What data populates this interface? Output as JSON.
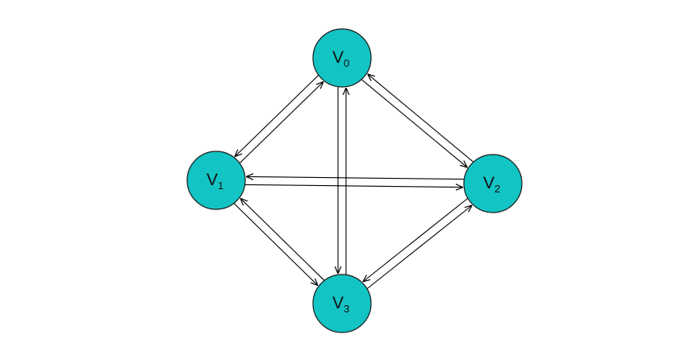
{
  "diagram": {
    "node_fill": "#13c4c4",
    "edge_color": "#000000",
    "nodes": [
      {
        "id": "v0",
        "label": "V",
        "subscript": "0"
      },
      {
        "id": "v1",
        "label": "V",
        "subscript": "1"
      },
      {
        "id": "v2",
        "label": "V",
        "subscript": "2"
      },
      {
        "id": "v3",
        "label": "V",
        "subscript": "3"
      }
    ],
    "edges": [
      {
        "from": "v0",
        "to": "v1"
      },
      {
        "from": "v1",
        "to": "v0"
      },
      {
        "from": "v0",
        "to": "v2"
      },
      {
        "from": "v2",
        "to": "v0"
      },
      {
        "from": "v0",
        "to": "v3"
      },
      {
        "from": "v3",
        "to": "v0"
      },
      {
        "from": "v1",
        "to": "v2"
      },
      {
        "from": "v2",
        "to": "v1"
      },
      {
        "from": "v1",
        "to": "v3"
      },
      {
        "from": "v3",
        "to": "v1"
      },
      {
        "from": "v2",
        "to": "v3"
      },
      {
        "from": "v3",
        "to": "v2"
      }
    ]
  }
}
